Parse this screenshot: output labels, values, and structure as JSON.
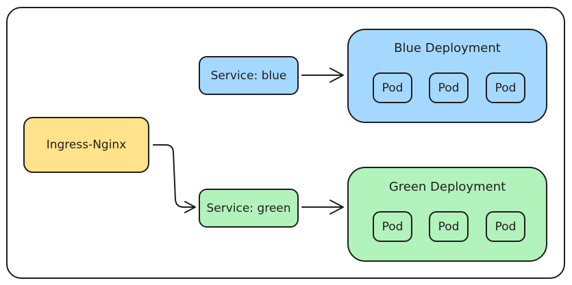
{
  "diagram": {
    "ingress": {
      "label": "Ingress-Nginx",
      "color": "#ffe28a"
    },
    "services": {
      "blue": {
        "label": "Service: blue",
        "color": "#a5d8ff"
      },
      "green": {
        "label": "Service: green",
        "color": "#b2f2bb"
      }
    },
    "deployments": {
      "blue": {
        "title": "Blue Deployment",
        "color": "#a5d8ff",
        "pods": [
          "Pod",
          "Pod",
          "Pod"
        ]
      },
      "green": {
        "title": "Green Deployment",
        "color": "#b2f2bb",
        "pods": [
          "Pod",
          "Pod",
          "Pod"
        ]
      }
    },
    "edges": [
      {
        "from": "Ingress-Nginx",
        "to": "Service: green"
      },
      {
        "from": "Service: blue",
        "to": "Blue Deployment"
      },
      {
        "from": "Service: green",
        "to": "Green Deployment"
      }
    ]
  }
}
